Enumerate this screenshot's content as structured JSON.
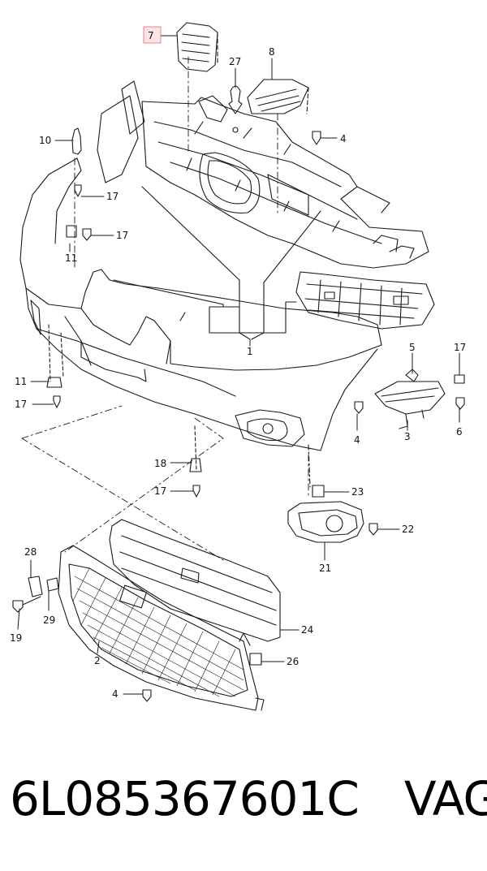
{
  "accent_color": "#e8838c",
  "line_color": "#1a1a1a",
  "callouts": {
    "c1": "1",
    "c2": "2",
    "c3": "3",
    "c4a": "4",
    "c4b": "4",
    "c4c": "4",
    "c5": "5",
    "c6": "6",
    "c7": "7",
    "c8": "8",
    "c10": "10",
    "c11a": "11",
    "c11b": "11",
    "c17a": "17",
    "c17b": "17",
    "c17c": "17",
    "c17d": "17",
    "c17e": "17",
    "c18": "18",
    "c19": "19",
    "c21": "21",
    "c22": "22",
    "c23": "23",
    "c24": "24",
    "c26": "26",
    "c27": "27",
    "c28": "28",
    "c29": "29"
  },
  "caption": {
    "part_number": "6L085367601C",
    "brand": "VAG"
  }
}
